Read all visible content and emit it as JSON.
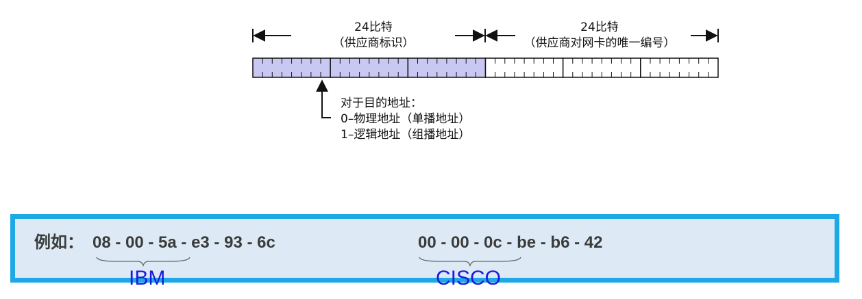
{
  "diagram": {
    "left_label": {
      "bits": "24比特",
      "desc": "（供应商标识）"
    },
    "right_label": {
      "bits": "24比特",
      "desc": "（供应商对网卡的唯一编号）"
    },
    "left_fill": "#c8c8f2",
    "right_fill": "#ffffff",
    "note": {
      "title": "对于目的地址：",
      "line1": "0–物理地址（单播地址）",
      "line2": "1–逻辑地址（组播地址）"
    }
  },
  "example": {
    "prefix": "例如：",
    "addr1": "08 - 00 - 5a - e3 - 93 - 6c",
    "vendor1": "IBM",
    "addr2": "00 - 00 - 0c - be - b6 - 42",
    "vendor2": "CISCO",
    "border_color": "#1da8e6",
    "background": "#ddeaf5",
    "vendor_color": "#1a1add"
  }
}
